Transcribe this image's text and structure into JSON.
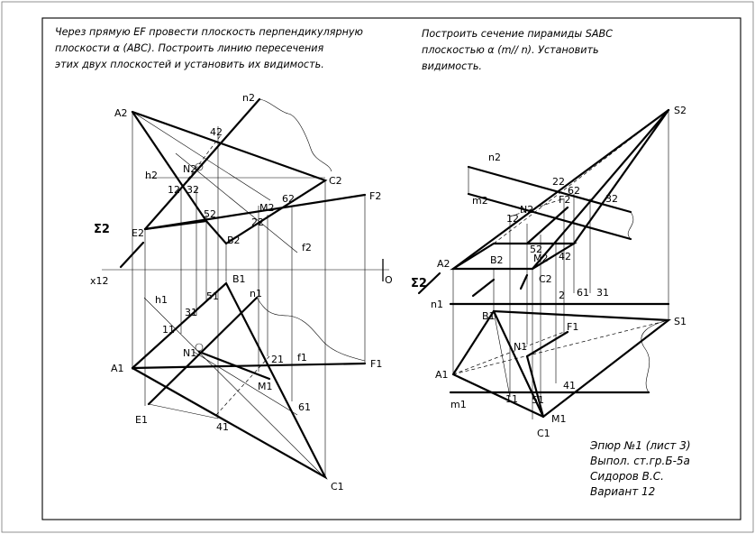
{
  "task_left": {
    "line1": "Через прямую EF провести плоскость перпендикулярную",
    "line2": "плоскости α (ABC). Построить линию пересечения",
    "line3": "этих двух плоскостей и установить их видимость."
  },
  "task_right": {
    "line1": "Построить сечение пирамиды SABC",
    "line2": "плоскостью α (m// n). Установить",
    "line3": "видимость."
  },
  "stamp": {
    "line1": "Эпюр №1 (лист 3)",
    "line2": "Выпол. ст.гр.Б-5а",
    "line3": "Сидоров В.С.",
    "line4": "Вариант 12"
  },
  "left_labels": {
    "A2": "A2",
    "n2": "n2",
    "42": "42",
    "N2": "N2",
    "h2": "h2",
    "12": "12",
    "32": "32",
    "C2": "C2",
    "F2": "F2",
    "M2": "M2",
    "62": "62",
    "52": "52",
    "22": "22",
    "E2": "E2",
    "f2": "f2",
    "B2": "B2",
    "sigma2": "Σ2",
    "x12": "x12",
    "O": "O",
    "B1": "B1",
    "n1": "n1",
    "51": "51",
    "h1": "h1",
    "31": "31",
    "11": "11",
    "A1": "A1",
    "N1": "N1",
    "21": "21",
    "f1": "f1",
    "F1": "F1",
    "M1": "M1",
    "E1": "E1",
    "61": "61",
    "41": "41",
    "C1": "C1"
  },
  "right_labels": {
    "S2": "S2",
    "n2": "n2",
    "22": "22",
    "62": "62",
    "m2": "m2",
    "F2": "F2",
    "32": "32",
    "N2": "N2",
    "12": "12",
    "52": "52",
    "M2": "M2",
    "42": "42",
    "A2": "A2",
    "B2": "B2",
    "sigma2": "Σ2",
    "C2": "C2",
    "2_1": "2",
    "61": "61",
    "31": "31",
    "n1": "n1",
    "B1": "B1",
    "S1": "S1",
    "F1": "F1",
    "N1": "N1",
    "A1": "A1",
    "11": "11",
    "51": "51",
    "41": "41",
    "m1": "m1",
    "M1": "M1",
    "C1": "C1"
  }
}
